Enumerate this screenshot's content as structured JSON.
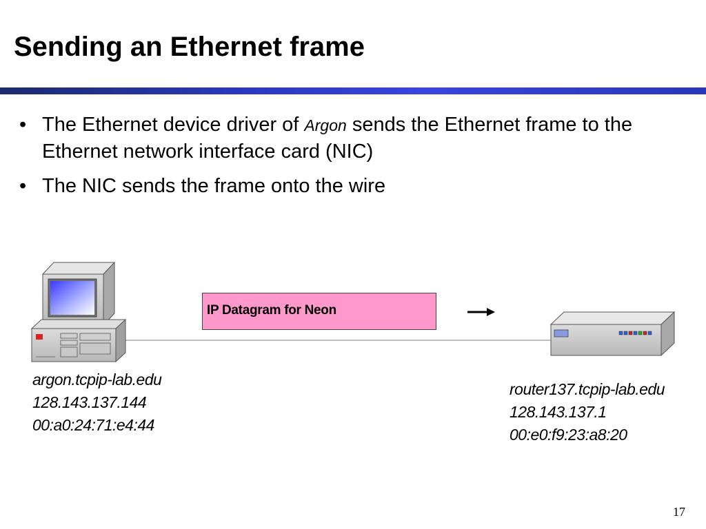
{
  "slide": {
    "title": "Sending an Ethernet frame",
    "bullets": [
      {
        "text_before": "The Ethernet device driver of ",
        "emphasis": "Argon",
        "text_after": " sends the Ethernet frame to the Ethernet network interface card (NIC)"
      },
      {
        "text": "The NIC sends the frame onto the wire"
      }
    ],
    "page_number": "17"
  },
  "diagram": {
    "frame_label": "IP Datagram for Neon",
    "frame_color": "#ff99cc",
    "direction_icon": "arrow-right-icon",
    "hosts": {
      "left": {
        "icon": "desktop-computer-icon",
        "hostname": "argon.tcpip-lab.edu",
        "ip": "128.143.137.144",
        "mac": "00:a0:24:71:e4:44"
      },
      "right": {
        "icon": "router-icon",
        "hostname": "router137.tcpip-lab.edu",
        "ip": "128.143.137.1",
        "mac": "00:e0:f9:23:a8:20"
      }
    }
  }
}
